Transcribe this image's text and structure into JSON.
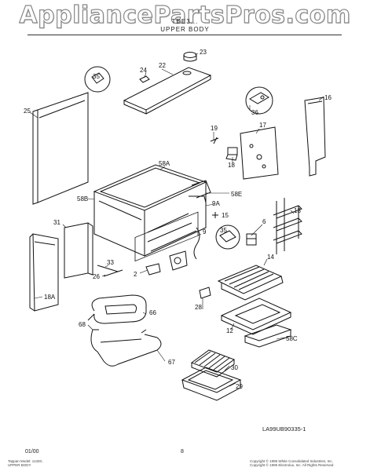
{
  "watermark": "AppliancePartsPros.com",
  "header": {
    "line1": "TEE3...",
    "line2": "UPPER BODY"
  },
  "diagram_code": "LA99UB90335-1",
  "footer": {
    "date": "01/00",
    "page": "8",
    "left_line1": "Tappan Model: 11320..",
    "left_line2": "UPPER BODY",
    "right_line1": "Copyright © 1995 White Consolidated Industries, Inc.",
    "right_line2": "Copyright © 1995 Electrolux, Inc. All Rights Reserved"
  },
  "labels": {
    "l23": "23",
    "l24": "24",
    "l22": "22",
    "l35a": "35",
    "l25": "25",
    "l16": "16",
    "l36": "36",
    "l19": "19",
    "l17": "17",
    "l18": "18",
    "l58a": "58A",
    "l58e": "58E",
    "l58b": "58B",
    "l9a": "9A",
    "l15": "15",
    "l13": "13",
    "l31": "31",
    "l35b": "35",
    "l6": "6",
    "l9": "9",
    "l33": "33",
    "l26": "26",
    "l2": "2",
    "l14": "14",
    "l18a": "18A",
    "l66": "66",
    "l28": "28",
    "l12": "12",
    "l68": "68",
    "l58c": "58C",
    "l67": "67",
    "l30": "30",
    "l29": "29"
  }
}
